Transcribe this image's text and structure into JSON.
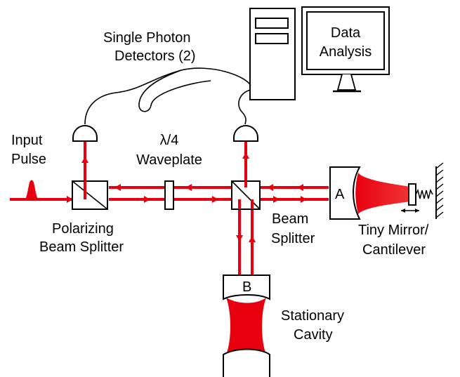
{
  "labels": {
    "detectors_line1": "Single Photon",
    "detectors_line2": "Detectors (2)",
    "analysis_line1": "Data",
    "analysis_line2": "Analysis",
    "input_line1": "Input",
    "input_line2": "Pulse",
    "waveplate_line1": "λ/4",
    "waveplate_line2": "Waveplate",
    "pbs_line1": "Polarizing",
    "pbs_line2": "Beam Splitter",
    "bs_line1": "Beam",
    "bs_line2": "Splitter",
    "mirror_line1": "Tiny Mirror/",
    "mirror_line2": "Cantilever",
    "cavity_line1": "Stationary",
    "cavity_line2": "Cavity",
    "mirror_a": "A",
    "mirror_b": "B"
  },
  "colors": {
    "beam": "#e8000e",
    "outline": "#000000"
  }
}
